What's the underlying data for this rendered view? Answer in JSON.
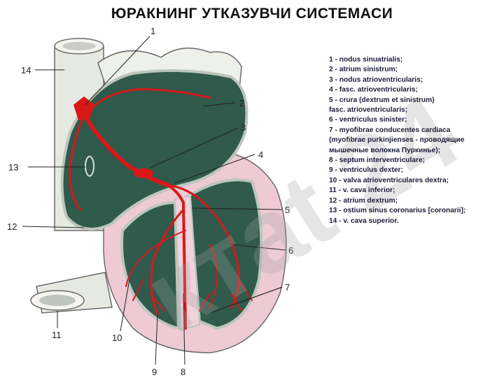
{
  "title": "ЮРАКНИНГ УТКАЗУВЧИ СИСТЕМАСИ",
  "callouts": [
    "1",
    "2",
    "3",
    "4",
    "5",
    "6",
    "7",
    "8",
    "9",
    "10",
    "11",
    "12",
    "13",
    "14"
  ],
  "legend": [
    "1 - nodus sinuatrialis;",
    "2 - atrium sinistrum;",
    "3 - nodus atrioventricularis;",
    "4 - fasc. atrioventricularis;",
    "5 - crura (dextrum et sinistrum)",
    "fasc. atrioventricularis;",
    "6 - ventriculus sinister;",
    "7 - myofibrae conducentes cardiaca",
    "(myofibrae purkinjienses - проводящие",
    "мышечные волокна Пуркинье);",
    "8 - septum interventriculare;",
    "9 - ventriculus dexter;",
    "10 - valva atrioventriculares dextra;",
    "11 - v. cava inferior;",
    "12 - atrium dextrum;",
    "13 - ostium sinus coronarius [coronarii];",
    "14 - v. cava superior."
  ],
  "colors": {
    "vessel": "#e4e8e0",
    "chamber": "#2f5a4c",
    "wall": "#eecad4",
    "conduction": "#d81818"
  }
}
